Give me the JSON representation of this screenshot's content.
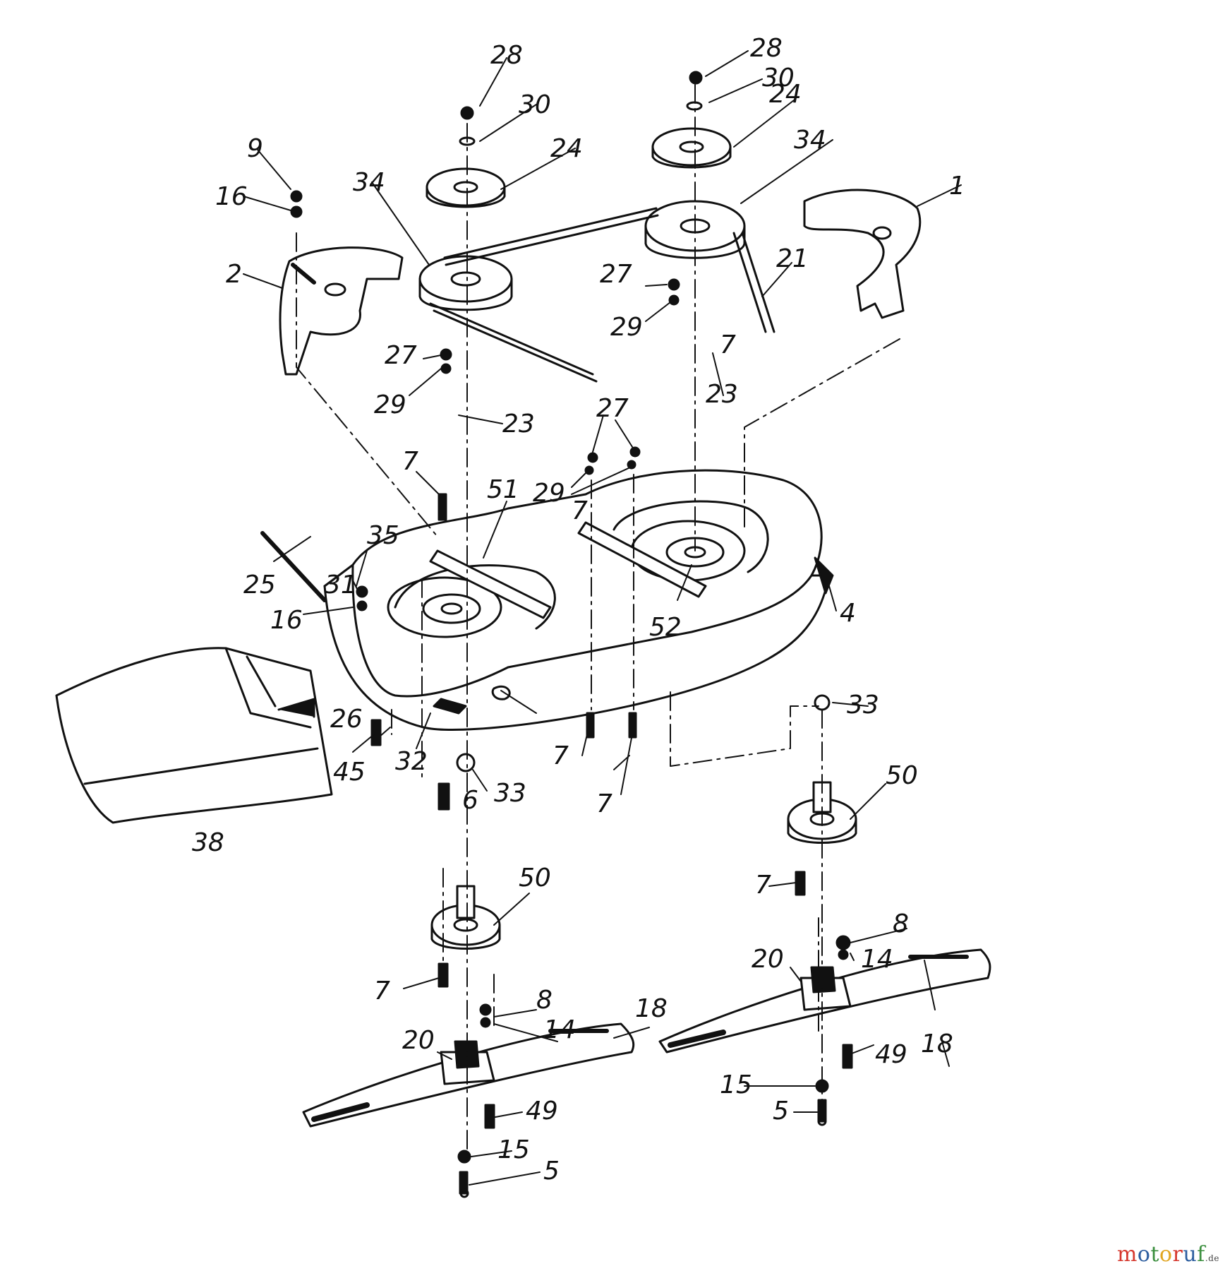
{
  "callouts": [
    "1",
    "2",
    "4",
    "5",
    "5",
    "6",
    "7",
    "7",
    "7",
    "7",
    "7",
    "7",
    "7",
    "8",
    "8",
    "9",
    "14",
    "14",
    "15",
    "15",
    "16",
    "16",
    "18",
    "18",
    "20",
    "20",
    "21",
    "23",
    "23",
    "24",
    "24",
    "25",
    "26",
    "27",
    "27",
    "27",
    "28",
    "28",
    "29",
    "29",
    "29",
    "30",
    "30",
    "31",
    "32",
    "33",
    "33",
    "34",
    "34",
    "35",
    "38",
    "45",
    "49",
    "49",
    "50",
    "50",
    "51",
    "52"
  ],
  "watermark": {
    "brand": "motoruf",
    "tld": ".de",
    "colors": [
      "#d6382e",
      "#2b5c9e",
      "#3b8f3e",
      "#e1a521"
    ]
  },
  "colors": {
    "ink": "#111111",
    "background": "#ffffff"
  }
}
